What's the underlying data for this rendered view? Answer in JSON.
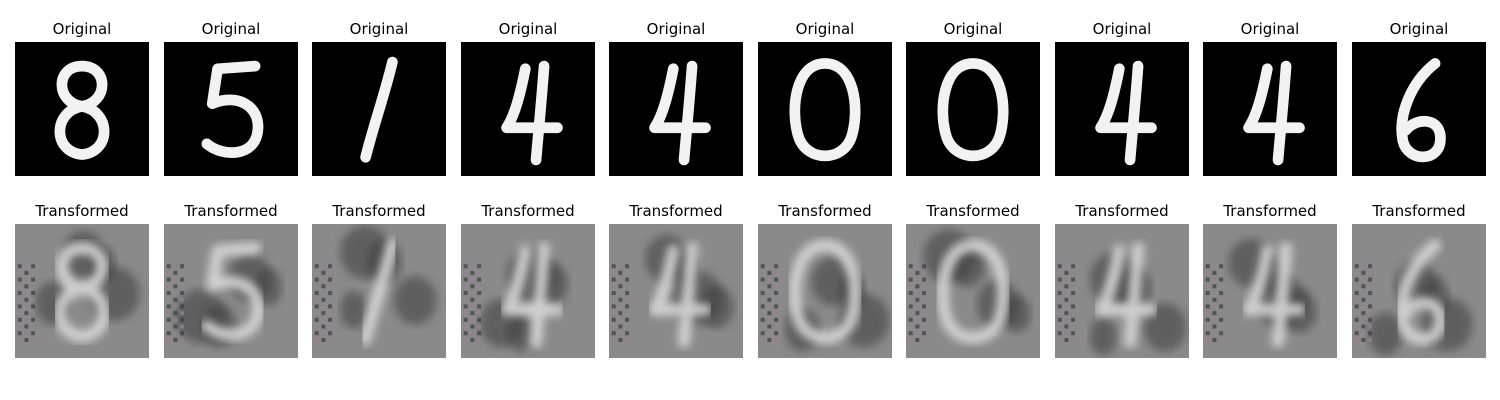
{
  "panels": {
    "top_title": "Original",
    "bottom_title": "Transformed",
    "digits": [
      "8",
      "5",
      "1",
      "4",
      "4",
      "0",
      "0",
      "4",
      "4",
      "6"
    ]
  },
  "colors": {
    "original_background": "#000000",
    "original_stroke": "#f2f2f2",
    "transformed_background": "#8a8a8a",
    "transformed_stroke": "#d8d8d8",
    "transformed_shadow": "#3c3c3c",
    "noise_tint": "#9a7f95"
  }
}
